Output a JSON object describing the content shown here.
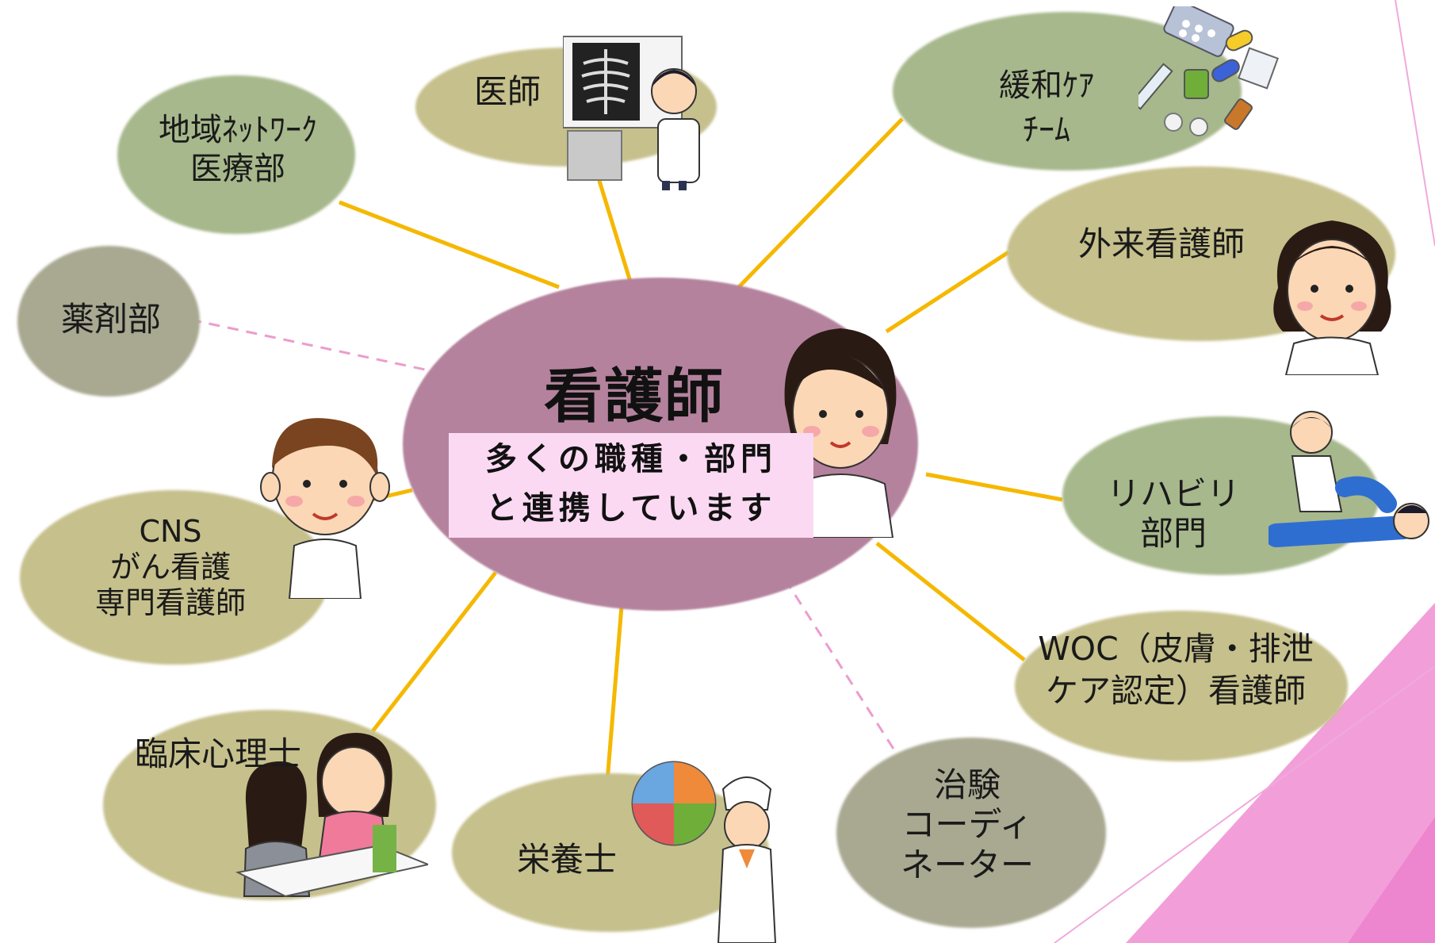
{
  "colors": {
    "green_node": "#a7b88c",
    "tan_node": "#c6c08c",
    "gray_node": "#a9a891",
    "center_node": "#b5829d",
    "center_box": "#fbd9f3",
    "connector": "#f5b800",
    "dashed_connector": "#ec9ccd",
    "accent_pink": "#ef9cd8"
  },
  "center": {
    "title": "看護師",
    "subtitle_lines": [
      "多くの職種・部門",
      "と連携しています"
    ]
  },
  "nodes": {
    "doctor": [
      "医師"
    ],
    "regional": [
      "地域ﾈｯﾄﾜｰｸ",
      "医療部"
    ],
    "pharmacy": [
      "薬剤部"
    ],
    "cns": [
      "CNS",
      "がん看護",
      "専門看護師"
    ],
    "psych": [
      "臨床心理士"
    ],
    "nutrition": [
      "栄養士"
    ],
    "trial": [
      "治験",
      "コーディ",
      "ネーター"
    ],
    "woc": [
      "WOC（皮膚・排泄",
      "ケア認定）看護師"
    ],
    "rehab": [
      "リハビリ",
      "部門"
    ],
    "outpatient": [
      "外来看護師"
    ],
    "palliative": [
      "緩和ｹｱ",
      "ﾁｰﾑ"
    ]
  },
  "icons": [
    "doctor-xray-icon",
    "medicine-icon",
    "outpatient-nurse-icon",
    "rehab-therapist-icon",
    "nurse-icon",
    "cns-nurse-icon",
    "counseling-icon",
    "dietitian-icon"
  ]
}
